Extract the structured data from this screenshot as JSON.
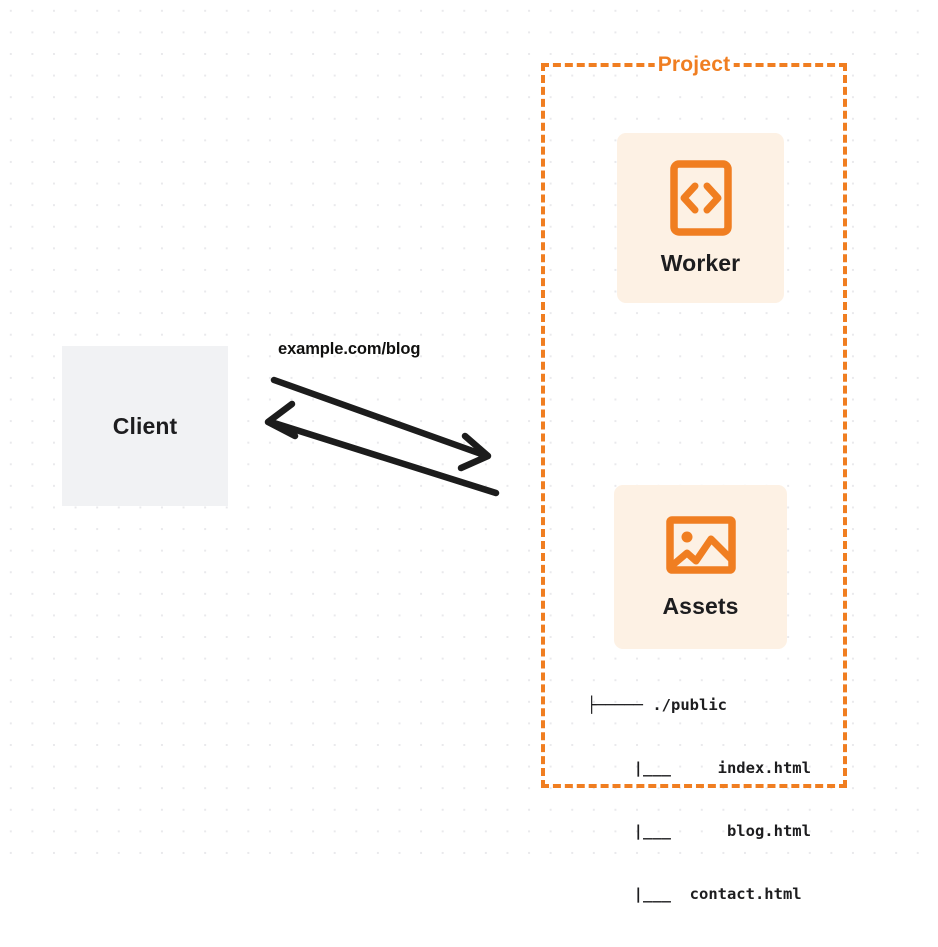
{
  "diagram": {
    "title": "Worker with static assets request flow",
    "background": {
      "style": "dot-grid",
      "dot_color": "#e9e9ec",
      "page_color": "#ffffff"
    },
    "colors": {
      "accent_orange": "#f07e21",
      "card_background": "#fdf1e4",
      "client_background": "#f1f2f4",
      "text_dark": "#1d1d1f",
      "arrow_color": "#1c1c1c"
    },
    "client": {
      "label": "Client"
    },
    "connector": {
      "label": "example.com/blog",
      "arrows": [
        {
          "name": "request-arrow",
          "direction": "client-to-project"
        },
        {
          "name": "response-arrow",
          "direction": "project-to-client"
        }
      ]
    },
    "project": {
      "label": "Project",
      "border_style": "dashed",
      "nodes": [
        {
          "id": "worker",
          "label": "Worker",
          "icon": "code-brackets-icon"
        },
        {
          "id": "assets",
          "label": "Assets",
          "icon": "image-icon"
        }
      ],
      "file_tree": [
        "├───── ./public",
        "     |___     index.html",
        "     |___      blog.html",
        "     |___  contact.html"
      ]
    }
  }
}
